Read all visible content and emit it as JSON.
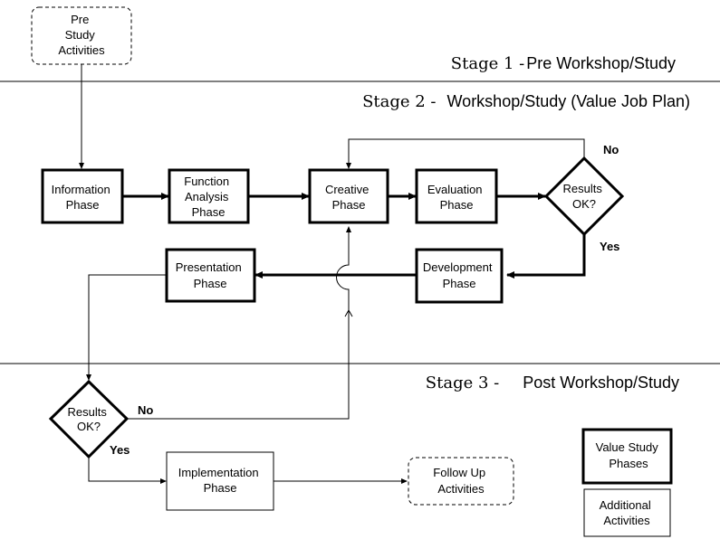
{
  "stages": {
    "stage1": {
      "prefix": "Stage 1 -",
      "title": "Pre Workshop/Study"
    },
    "stage2": {
      "prefix": "Stage 2 -",
      "title": "Workshop/Study (Value Job Plan)"
    },
    "stage3": {
      "prefix": "Stage 3 -",
      "title": "Post Workshop/Study"
    }
  },
  "nodes": {
    "pre_study": [
      "Pre",
      "Study",
      "Activities"
    ],
    "information": [
      "Information",
      "Phase"
    ],
    "function_analysis": [
      "Function",
      "Analysis",
      "Phase"
    ],
    "creative": [
      "Creative",
      "Phase"
    ],
    "evaluation": [
      "Evaluation",
      "Phase"
    ],
    "results_ok_1": [
      "Results",
      "OK?"
    ],
    "development": [
      "Development",
      "Phase"
    ],
    "presentation": [
      "Presentation",
      "Phase"
    ],
    "results_ok_2": [
      "Results",
      "OK?"
    ],
    "implementation": [
      "Implementation",
      "Phase"
    ],
    "follow_up": [
      "Follow Up",
      "Activities"
    ]
  },
  "edge_labels": {
    "no_1": "No",
    "yes_1": "Yes",
    "no_2": "No",
    "yes_2": "Yes"
  },
  "legend": {
    "value_study": [
      "Value Study",
      "Phases"
    ],
    "additional": [
      "Additional",
      "Activities"
    ]
  }
}
